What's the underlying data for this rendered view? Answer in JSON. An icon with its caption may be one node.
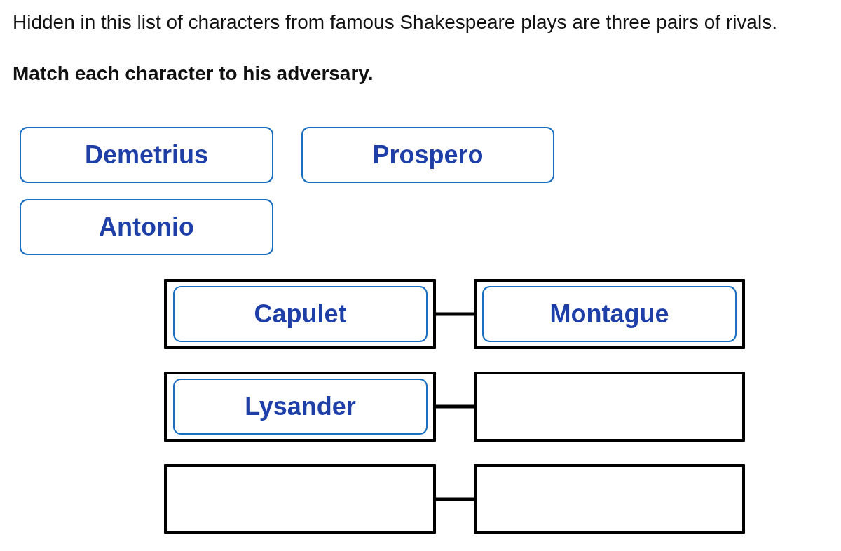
{
  "diagram": {
    "nodes": [
      {
        "text": [
          "Demetrius"
        ]
      },
      {
        "text": [
          "Prospero"
        ]
      },
      {
        "text": [
          "Antonio"
        ]
      },
      {
        "text": [],
        "shape": "box"
      },
      {
        "text": [
          "Capulet"
        ],
        "in": 3
      },
      {
        "text": [],
        "shape": "box"
      },
      {
        "text": [
          "Montague"
        ],
        "in": 5
      },
      {
        "text": [],
        "shape": "box"
      },
      {
        "text": [
          "Lysander"
        ],
        "in": 7
      },
      {
        "text": [],
        "shape": "box"
      },
      {
        "text": [],
        "shape": "box"
      },
      {
        "text": [],
        "shape": "box"
      }
    ],
    "edges": [
      {
        "from": 3,
        "to": 5,
        "arrow": "none"
      },
      {
        "from": 7,
        "to": 9,
        "arrow": "none"
      },
      {
        "from": 10,
        "to": 11,
        "arrow": "none"
      }
    ],
    "labels": [
      "Hidden in this list of characters from famous Shakespeare plays are three pairs of rivals.",
      "Match each character to his adversary."
    ]
  }
}
